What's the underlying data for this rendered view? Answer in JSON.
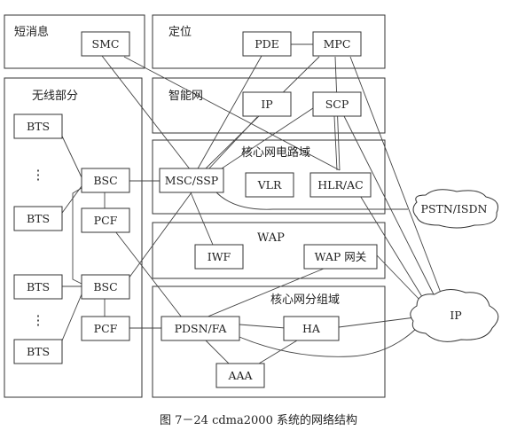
{
  "regions": {
    "sms": "短消息",
    "location": "定位",
    "wireless": "无线部分",
    "intelligent": "智能网",
    "circuit": "核心网电路域",
    "wap": "WAP",
    "packet": "核心网分组域"
  },
  "nodes": {
    "smc": "SMC",
    "pde": "PDE",
    "mpc": "MPC",
    "ip_node": "IP",
    "scp": "SCP",
    "bts1": "BTS",
    "ellipsis1": "⋮",
    "bts2": "BTS",
    "bsc1": "BSC",
    "pcf1": "PCF",
    "msc_ssp": "MSC/SSP",
    "vlr": "VLR",
    "hlr_ac": "HLR/AC",
    "iwf": "IWF",
    "wap_gw": "WAP 网关",
    "bts3": "BTS",
    "ellipsis2": "⋮",
    "bts4": "BTS",
    "bsc2": "BSC",
    "pcf2": "PCF",
    "pdsn_fa": "PDSN/FA",
    "ha": "HA",
    "aaa": "AAA"
  },
  "clouds": {
    "pstn": "PSTN/ISDN",
    "internet": "IP"
  },
  "caption": "图 7－24    cdma2000 系统的网络结构"
}
